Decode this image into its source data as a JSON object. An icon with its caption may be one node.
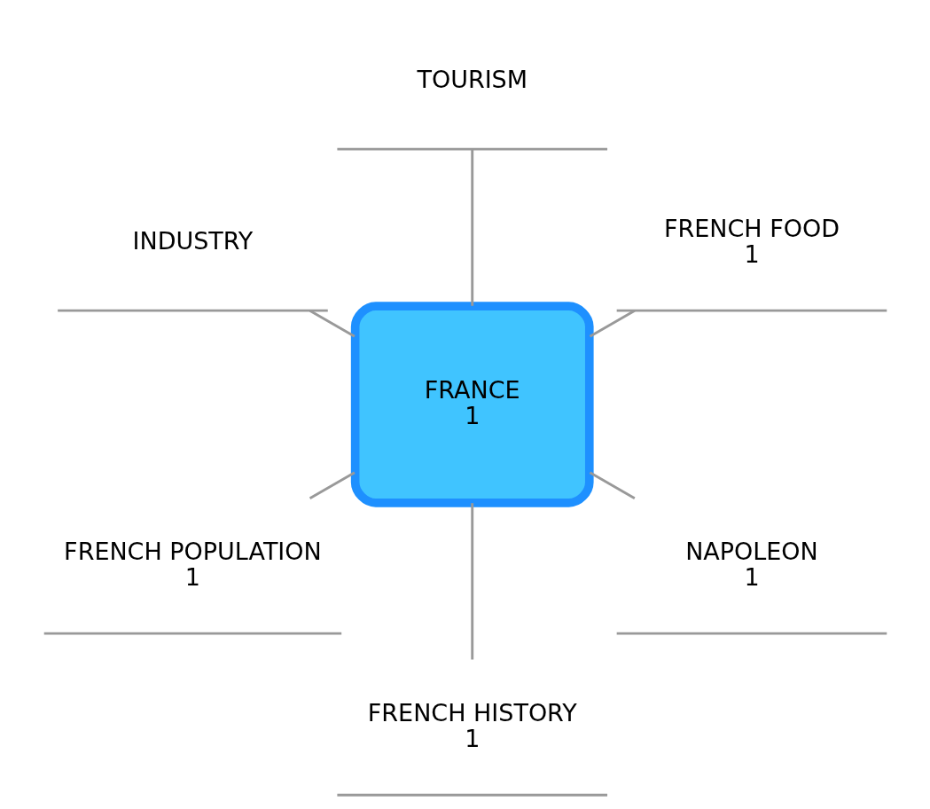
{
  "diagram": {
    "nodes": [
      {
        "text": [
          "FRENCH FOOD",
          "1"
        ]
      },
      {
        "text": [
          "TOURISM"
        ]
      },
      {
        "text": [
          "FRANCE",
          "1"
        ]
      },
      {
        "text": [
          "INDUSTRY"
        ]
      },
      {
        "text": [
          "FRENCH POPULATION",
          "1"
        ]
      },
      {
        "text": [
          "FRENCH HISTORY",
          "1"
        ]
      },
      {
        "text": [
          "NAPOLEON",
          "1"
        ]
      }
    ],
    "edges": [
      {
        "from": 2,
        "to": 0,
        "arrow": "none"
      },
      {
        "from": 2,
        "to": 1,
        "arrow": "none"
      },
      {
        "from": 2,
        "to": 3,
        "arrow": "none"
      },
      {
        "from": 2,
        "to": 4,
        "arrow": "none"
      },
      {
        "from": 2,
        "to": 5,
        "arrow": "none"
      },
      {
        "from": 2,
        "to": 6,
        "arrow": "none"
      }
    ]
  }
}
